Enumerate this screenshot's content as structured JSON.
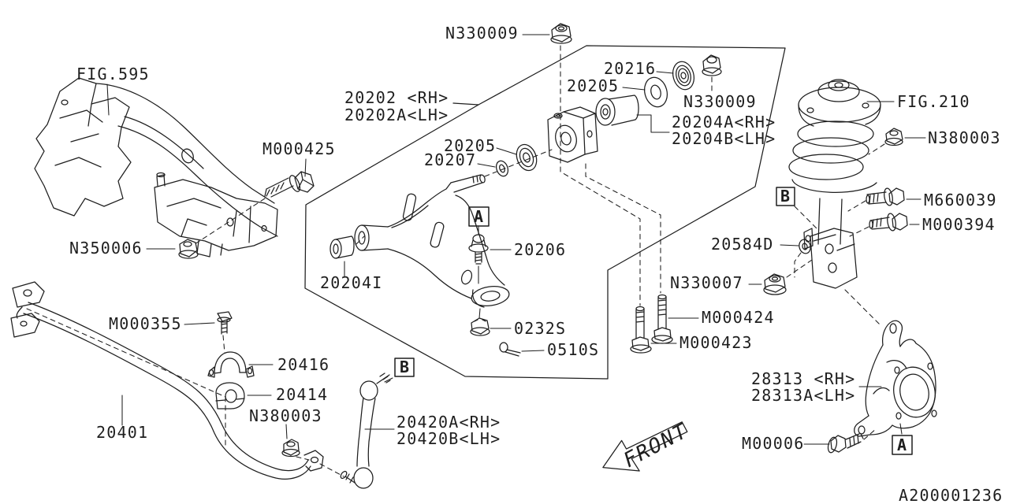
{
  "diagram": {
    "drawing_number": "A200001236",
    "front_marker": "FRONT",
    "figures": {
      "fig595": "FIG.595",
      "fig210": "FIG.210"
    },
    "refs": {
      "a_center": "A",
      "a_knuckle": "A",
      "b_link": "B",
      "b_strut": "B"
    },
    "callouts": {
      "n330009_top": "N330009",
      "c20202_rh": "20202 <RH>",
      "c20202a_lh": "20202A<LH>",
      "c20216": "20216",
      "c20205_upper": "20205",
      "n330009_mid": "N330009",
      "c20204a_rh": "20204A<RH>",
      "c20204b_lh": "20204B<LH>",
      "m000425": "M000425",
      "c20205_mid": "20205",
      "c20207": "20207",
      "n380003_strut": "N380003",
      "m660039": "M660039",
      "m000394": "M000394",
      "n350006": "N350006",
      "c20204i": "20204I",
      "c20206": "20206",
      "c20584d": "20584D",
      "n330007": "N330007",
      "m000424": "M000424",
      "m000423": "M000423",
      "c0232s": "0232S",
      "c0510s": "0510S",
      "m000355": "M000355",
      "c20416": "20416",
      "c20414": "20414",
      "n380003_bar": "N380003",
      "c20401": "20401",
      "c20420a_rh": "20420A<RH>",
      "c20420b_lh": "20420B<LH>",
      "c28313_rh": "28313 <RH>",
      "c28313a_lh": "28313A<LH>",
      "m00006": "M00006"
    }
  }
}
